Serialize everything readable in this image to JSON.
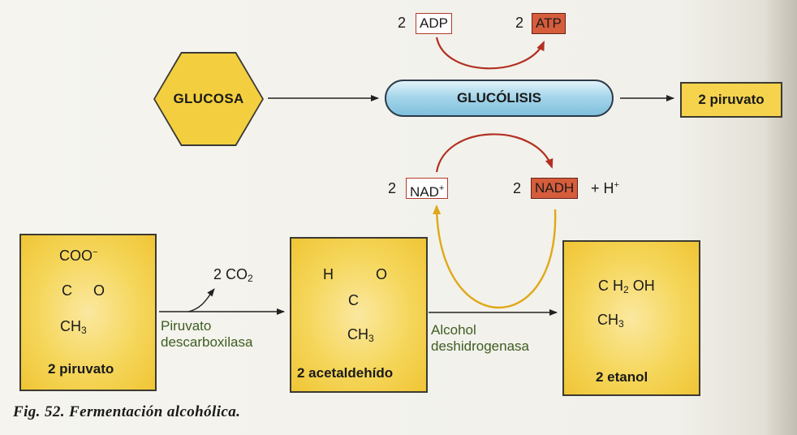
{
  "glycolysis": {
    "input": "GLUCOSA",
    "process": "GLUCÓLISIS",
    "output": "2 piruvato",
    "adp_coef": "2",
    "adp": "ADP",
    "atp_coef": "2",
    "atp": "ATP",
    "nad_coef": "2",
    "nad": "NAD",
    "nad_charge": "+",
    "nadh_coef": "2",
    "nadh": "NADH",
    "proton": "+ H",
    "proton_charge": "+"
  },
  "fermentation": {
    "step1": {
      "name": "2 piruvato",
      "formula_top": "COO",
      "formula_top_charge": "−",
      "formula_mid_left": "C",
      "formula_mid_right": "O",
      "formula_bottom": "CH",
      "formula_bottom_sub": "3"
    },
    "co2": {
      "label": "2 CO",
      "sub": "2"
    },
    "enzyme1": [
      "Piruvato",
      "descarboxilasa"
    ],
    "step2": {
      "name": "2 acetaldehído",
      "atom_h": "H",
      "atom_c": "C",
      "atom_o": "O",
      "formula_bottom": "CH",
      "formula_bottom_sub": "3"
    },
    "enzyme2": [
      "Alcohol",
      "deshidrogenasa"
    ],
    "step3": {
      "name": "2 etanol",
      "formula_top_c": "C H",
      "formula_top_sub": "2",
      "formula_top_oh": "OH",
      "formula_bottom": "CH",
      "formula_bottom_sub": "3"
    }
  },
  "caption": "Fig. 52. Fermentación alcohólica.",
  "colors": {
    "yellow": "#f5d34c",
    "pill_blue": "#a6d6ea",
    "atp_red": "#d55d3c",
    "arrow_red": "#c0392b",
    "enzyme_green": "#3e5d22"
  }
}
